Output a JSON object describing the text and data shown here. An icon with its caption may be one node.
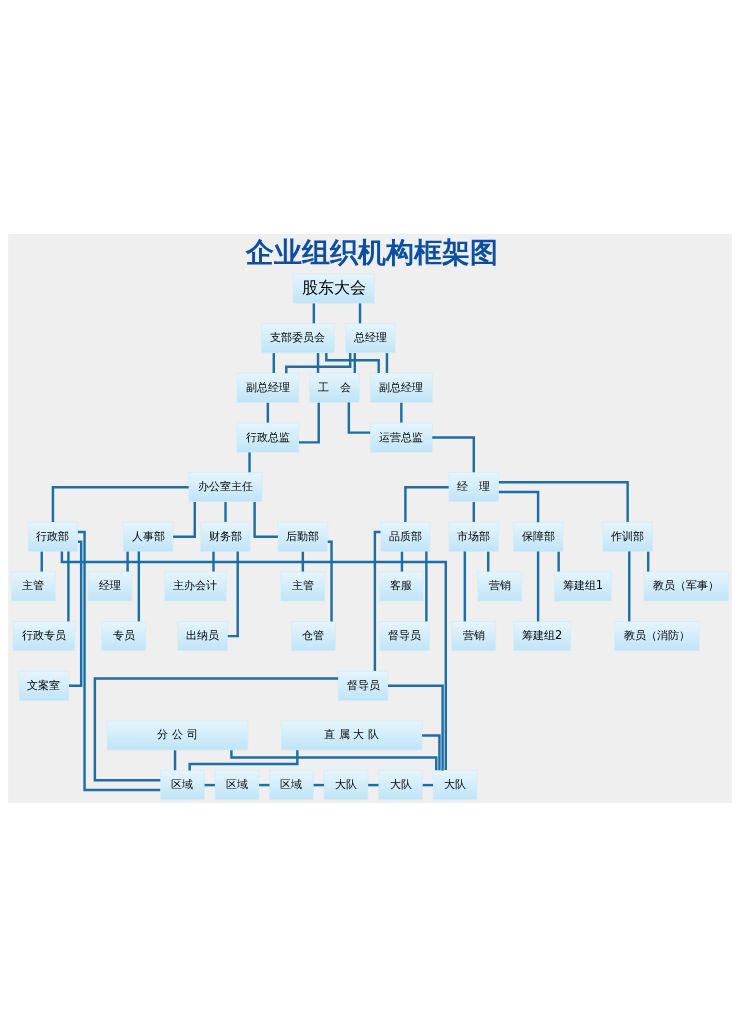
{
  "diagram": {
    "title": "企业组织机构框架图",
    "nodes": [
      {
        "text": [
          "股东大会"
        ]
      },
      {
        "text": [
          "支部委员会"
        ]
      },
      {
        "text": [
          "总经理"
        ]
      },
      {
        "text": [
          "副总经理"
        ]
      },
      {
        "text": [
          "工　会"
        ]
      },
      {
        "text": [
          "副总经理"
        ]
      },
      {
        "text": [
          "行政总监"
        ]
      },
      {
        "text": [
          "运营总监"
        ]
      },
      {
        "text": [
          "办公室主任"
        ]
      },
      {
        "text": [
          "经　理"
        ]
      },
      {
        "text": [
          "行政部"
        ]
      },
      {
        "text": [
          "人事部"
        ]
      },
      {
        "text": [
          "财务部"
        ]
      },
      {
        "text": [
          "后勤部"
        ]
      },
      {
        "text": [
          "市场部"
        ]
      },
      {
        "text": [
          "保障部"
        ]
      },
      {
        "text": [
          "作训部"
        ]
      },
      {
        "text": [
          "品质部"
        ]
      },
      {
        "text": [
          "主管"
        ]
      },
      {
        "text": [
          "行政专员"
        ]
      },
      {
        "text": [
          "文案室"
        ]
      },
      {
        "text": [
          "经理"
        ]
      },
      {
        "text": [
          "专员"
        ]
      },
      {
        "text": [
          "主办会计"
        ]
      },
      {
        "text": [
          "出纳员"
        ]
      },
      {
        "text": [
          "主管"
        ]
      },
      {
        "text": [
          "仓管"
        ]
      },
      {
        "text": [
          "营销"
        ]
      },
      {
        "text": [
          "营销"
        ]
      },
      {
        "text": [
          "筹建组1"
        ]
      },
      {
        "text": [
          "筹建组2"
        ]
      },
      {
        "text": [
          "教员（军事）"
        ]
      },
      {
        "text": [
          "教员（消防）"
        ]
      },
      {
        "text": [
          "客服"
        ]
      },
      {
        "text": [
          "督导员"
        ]
      },
      {
        "text": [
          "督导员"
        ]
      },
      {
        "text": [
          "分 公 司"
        ]
      },
      {
        "text": [
          "直 属 大 队"
        ]
      },
      {
        "text": [
          "区域"
        ]
      },
      {
        "text": [
          "区域"
        ]
      },
      {
        "text": [
          "区域"
        ]
      },
      {
        "text": [
          "大队"
        ]
      },
      {
        "text": [
          "大队"
        ]
      },
      {
        "text": [
          "大队"
        ]
      }
    ],
    "edges": [
      {
        "from": 0,
        "to": 1,
        "arrow": "none"
      },
      {
        "from": 0,
        "to": 2,
        "arrow": "none"
      },
      {
        "from": 1,
        "to": 3,
        "arrow": "none"
      },
      {
        "from": 1,
        "to": 4,
        "arrow": "none"
      },
      {
        "from": 1,
        "to": 5,
        "arrow": "none"
      },
      {
        "from": 2,
        "to": 3,
        "arrow": "none"
      },
      {
        "from": 2,
        "to": 4,
        "arrow": "none"
      },
      {
        "from": 2,
        "to": 5,
        "arrow": "none"
      },
      {
        "from": 3,
        "to": 6,
        "arrow": "none"
      },
      {
        "from": 4,
        "to": 6,
        "arrow": "none"
      },
      {
        "from": 4,
        "to": 7,
        "arrow": "none"
      },
      {
        "from": 5,
        "to": 7,
        "arrow": "none"
      },
      {
        "from": 6,
        "to": 8,
        "arrow": "none"
      },
      {
        "from": 7,
        "to": 9,
        "arrow": "none"
      },
      {
        "from": 8,
        "to": 10,
        "arrow": "none"
      },
      {
        "from": 8,
        "to": 11,
        "arrow": "none"
      },
      {
        "from": 8,
        "to": 12,
        "arrow": "none"
      },
      {
        "from": 8,
        "to": 13,
        "arrow": "none"
      },
      {
        "from": 9,
        "to": 14,
        "arrow": "none"
      },
      {
        "from": 9,
        "to": 15,
        "arrow": "none"
      },
      {
        "from": 9,
        "to": 16,
        "arrow": "none"
      },
      {
        "from": 9,
        "to": 17,
        "arrow": "none"
      },
      {
        "from": 10,
        "to": 18,
        "arrow": "none"
      },
      {
        "from": 10,
        "to": 19,
        "arrow": "none"
      },
      {
        "from": 10,
        "to": 20,
        "arrow": "none"
      },
      {
        "from": 11,
        "to": 21,
        "arrow": "none"
      },
      {
        "from": 11,
        "to": 22,
        "arrow": "none"
      },
      {
        "from": 12,
        "to": 23,
        "arrow": "none"
      },
      {
        "from": 12,
        "to": 24,
        "arrow": "none"
      },
      {
        "from": 13,
        "to": 25,
        "arrow": "none"
      },
      {
        "from": 13,
        "to": 26,
        "arrow": "none"
      },
      {
        "from": 14,
        "to": 27,
        "arrow": "none"
      },
      {
        "from": 14,
        "to": 28,
        "arrow": "none"
      },
      {
        "from": 15,
        "to": 29,
        "arrow": "none"
      },
      {
        "from": 15,
        "to": 30,
        "arrow": "none"
      },
      {
        "from": 16,
        "to": 31,
        "arrow": "none"
      },
      {
        "from": 16,
        "to": 32,
        "arrow": "none"
      },
      {
        "from": 17,
        "to": 33,
        "arrow": "none"
      },
      {
        "from": 17,
        "to": 34,
        "arrow": "none"
      },
      {
        "from": 17,
        "to": 35,
        "arrow": "none"
      },
      {
        "from": 10,
        "to": 38,
        "arrow": "none"
      },
      {
        "from": 10,
        "to": 43,
        "arrow": "none"
      },
      {
        "from": 36,
        "to": 38,
        "arrow": "none"
      },
      {
        "from": 36,
        "to": 43,
        "arrow": "none"
      },
      {
        "from": 37,
        "to": 38,
        "arrow": "none"
      },
      {
        "from": 37,
        "to": 43,
        "arrow": "none"
      },
      {
        "from": 35,
        "to": 38,
        "arrow": "none"
      },
      {
        "from": 35,
        "to": 43,
        "arrow": "none"
      },
      {
        "from": 38,
        "to": 39,
        "arrow": "none"
      },
      {
        "from": 39,
        "to": 40,
        "arrow": "none"
      },
      {
        "from": 40,
        "to": 41,
        "arrow": "none"
      },
      {
        "from": 41,
        "to": 42,
        "arrow": "none"
      },
      {
        "from": 42,
        "to": 43,
        "arrow": "none"
      }
    ]
  }
}
